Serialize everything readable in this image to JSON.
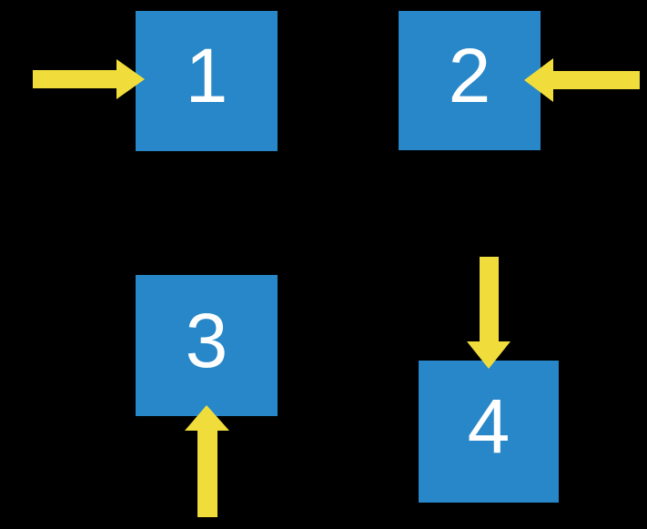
{
  "diagram": {
    "description": "Four numbered blue squares on a black background, each pointed at by a yellow block arrow from a different direction",
    "squares": [
      {
        "label": "1",
        "arrow": "right-arrow",
        "arrow_points_at": "left side of square 1"
      },
      {
        "label": "2",
        "arrow": "left-arrow",
        "arrow_points_at": "right side of square 2"
      },
      {
        "label": "3",
        "arrow": "up-arrow",
        "arrow_points_at": "bottom side of square 3"
      },
      {
        "label": "4",
        "arrow": "down-arrow",
        "arrow_points_at": "top side of square 4"
      }
    ]
  },
  "colors": {
    "background": "#000000",
    "square": "#2787C8",
    "arrow": "#F0DD3C",
    "digit": "#FFFFFF"
  }
}
